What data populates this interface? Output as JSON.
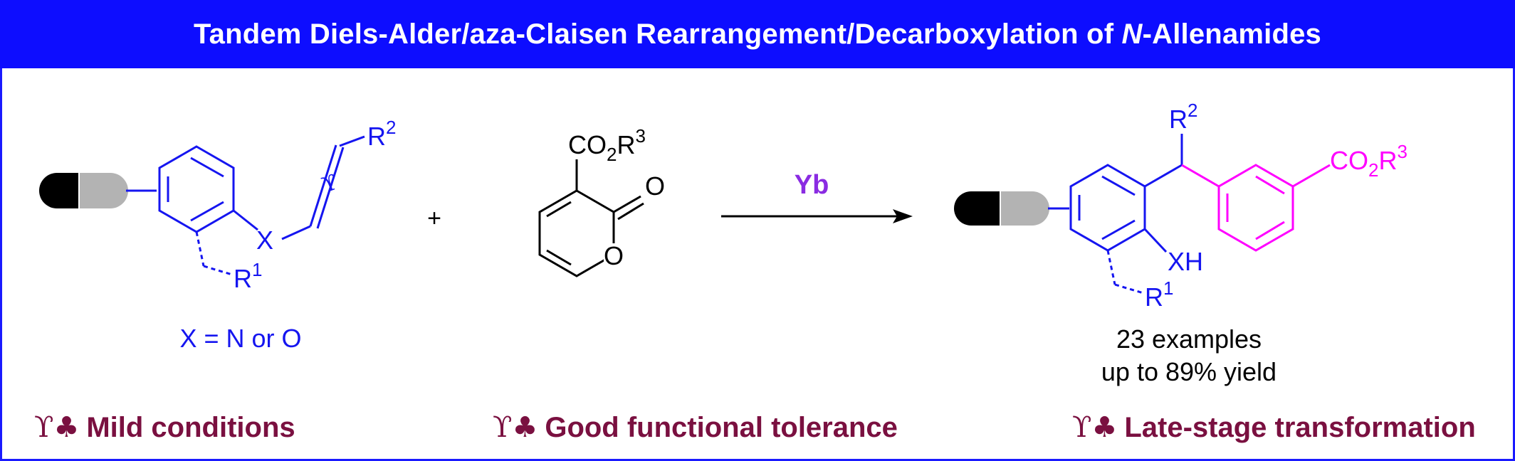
{
  "title": {
    "prefix": "Tandem Diels-Alder/aza-Claisen Rearrangement/Decarboxylation of ",
    "italic": "N",
    "suffix": "-Allenamides"
  },
  "reactant1": {
    "r2": "R",
    "r2_sup": "2",
    "x": "X",
    "r1": "R",
    "r1_sup": "1",
    "caption": "X = N or O"
  },
  "plus": "+",
  "reactant2": {
    "ester": "CO",
    "ester_sub": "2",
    "ester_r": "R",
    "ester_sup": "3",
    "carbonyl_o": "O",
    "ring_o": "O"
  },
  "arrow": {
    "catalyst": "Yb"
  },
  "product": {
    "r2": "R",
    "r2_sup": "2",
    "ester": "CO",
    "ester_sub": "2",
    "ester_r": "R",
    "ester_sup": "3",
    "xh": "XH",
    "r1": "R",
    "r1_sup": "1",
    "examples": "23 examples",
    "yield": "up to 89% yield"
  },
  "bullets": [
    {
      "symbol": "ϒ♣",
      "label": "Mild conditions"
    },
    {
      "symbol": "ϒ♣",
      "label": "Good functional tolerance"
    },
    {
      "symbol": "ϒ♣",
      "label": "Late-stage transformation"
    }
  ],
  "colors": {
    "title_bg": "#0d0dff",
    "structure_blue": "#1515f0",
    "product_magenta": "#ff00ff",
    "catalyst_purple": "#8a2be2",
    "bullet_text": "#7a1040"
  }
}
